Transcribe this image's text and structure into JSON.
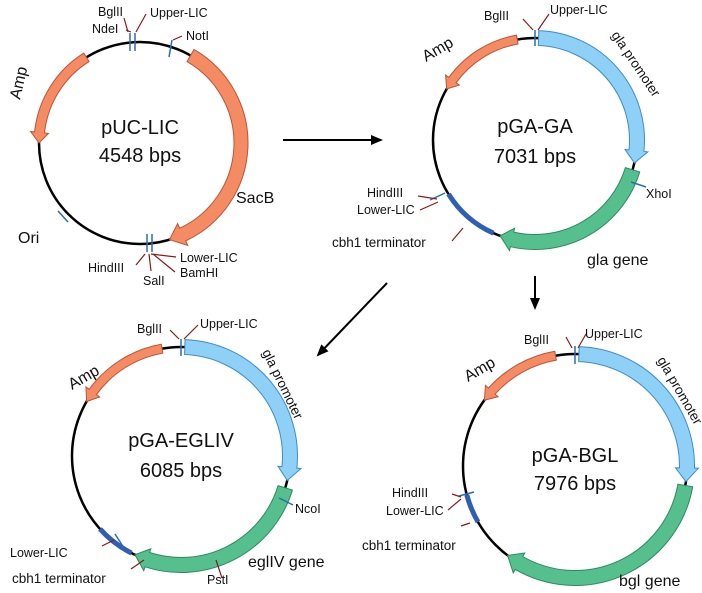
{
  "plasmids": {
    "puc": {
      "name": "pUC-LIC",
      "size": "4548 bps",
      "features": {
        "amp": "Amp",
        "sacb": "SacB",
        "ori": "Ori"
      },
      "sites": {
        "bglii": "BglII",
        "ndei": "NdeI",
        "upper_lic": "Upper-LIC",
        "noti": "NotI",
        "hindiii": "HindIII",
        "sali": "SalI",
        "lower_lic": "Lower-LIC",
        "bamhi": "BamHI"
      }
    },
    "ga": {
      "name": "pGA-GA",
      "size": "7031 bps",
      "features": {
        "amp": "Amp",
        "promoter": "gla promoter",
        "gene": "gla gene",
        "terminator": "cbh1 terminator"
      },
      "sites": {
        "bglii": "BglII",
        "upper_lic": "Upper-LIC",
        "xhoi": "XhoI",
        "hindiii": "HindIII",
        "lower_lic": "Lower-LIC"
      }
    },
    "egliv": {
      "name": "pGA-EGLIV",
      "size": "6085 bps",
      "features": {
        "amp": "Amp",
        "promoter": "gla promoter",
        "gene": "eglIV gene",
        "terminator": "cbh1 terminator"
      },
      "sites": {
        "bglii": "BglII",
        "upper_lic": "Upper-LIC",
        "ncoi": "NcoI",
        "psti": "PstI",
        "lower_lic": "Lower-LIC"
      }
    },
    "bgl": {
      "name": "pGA-BGL",
      "size": "7976 bps",
      "features": {
        "amp": "Amp",
        "promoter": "gla promoter",
        "gene": "bgl gene",
        "terminator": "cbh1 terminator"
      },
      "sites": {
        "bglii": "BglII",
        "upper_lic": "Upper-LIC",
        "hindiii": "HindIII",
        "lower_lic": "Lower-LIC"
      }
    }
  },
  "colors": {
    "amp": "#f58b63",
    "sacb": "#f58b63",
    "promoter": "#8fd0f7",
    "gene": "#55c08e",
    "terminator": "#2f5fb4",
    "backbone": "#000000",
    "tick": "#2b6cb0",
    "leader": "#8b1a1a"
  }
}
